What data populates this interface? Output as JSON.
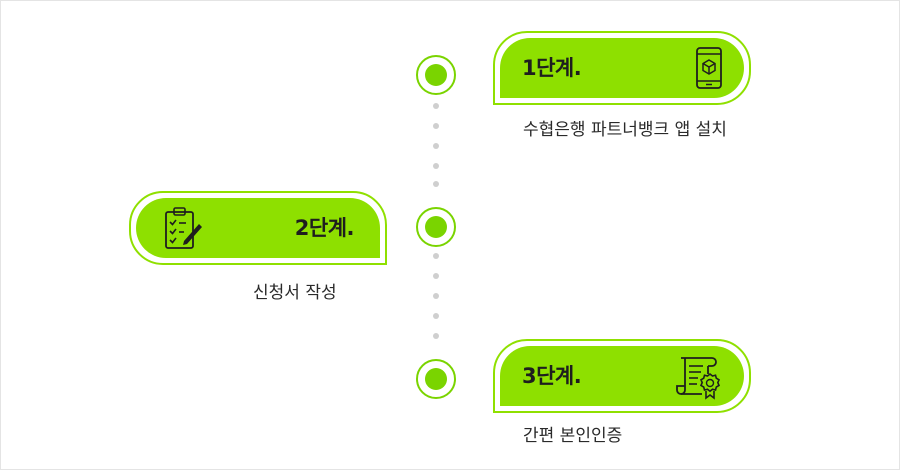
{
  "steps": [
    {
      "label": "1단계.",
      "description": "수협은행 파트너뱅크 앱 설치",
      "icon": "smartphone-icon"
    },
    {
      "label": "2단계.",
      "description": "신청서 작성",
      "icon": "checklist-icon"
    },
    {
      "label": "3단계.",
      "description": "간편 본인인증",
      "icon": "certificate-icon"
    }
  ],
  "colors": {
    "accent": "#8ee000",
    "accent_dark": "#7ad400",
    "dot": "#cfcfcf",
    "text": "#1e1e1e"
  }
}
